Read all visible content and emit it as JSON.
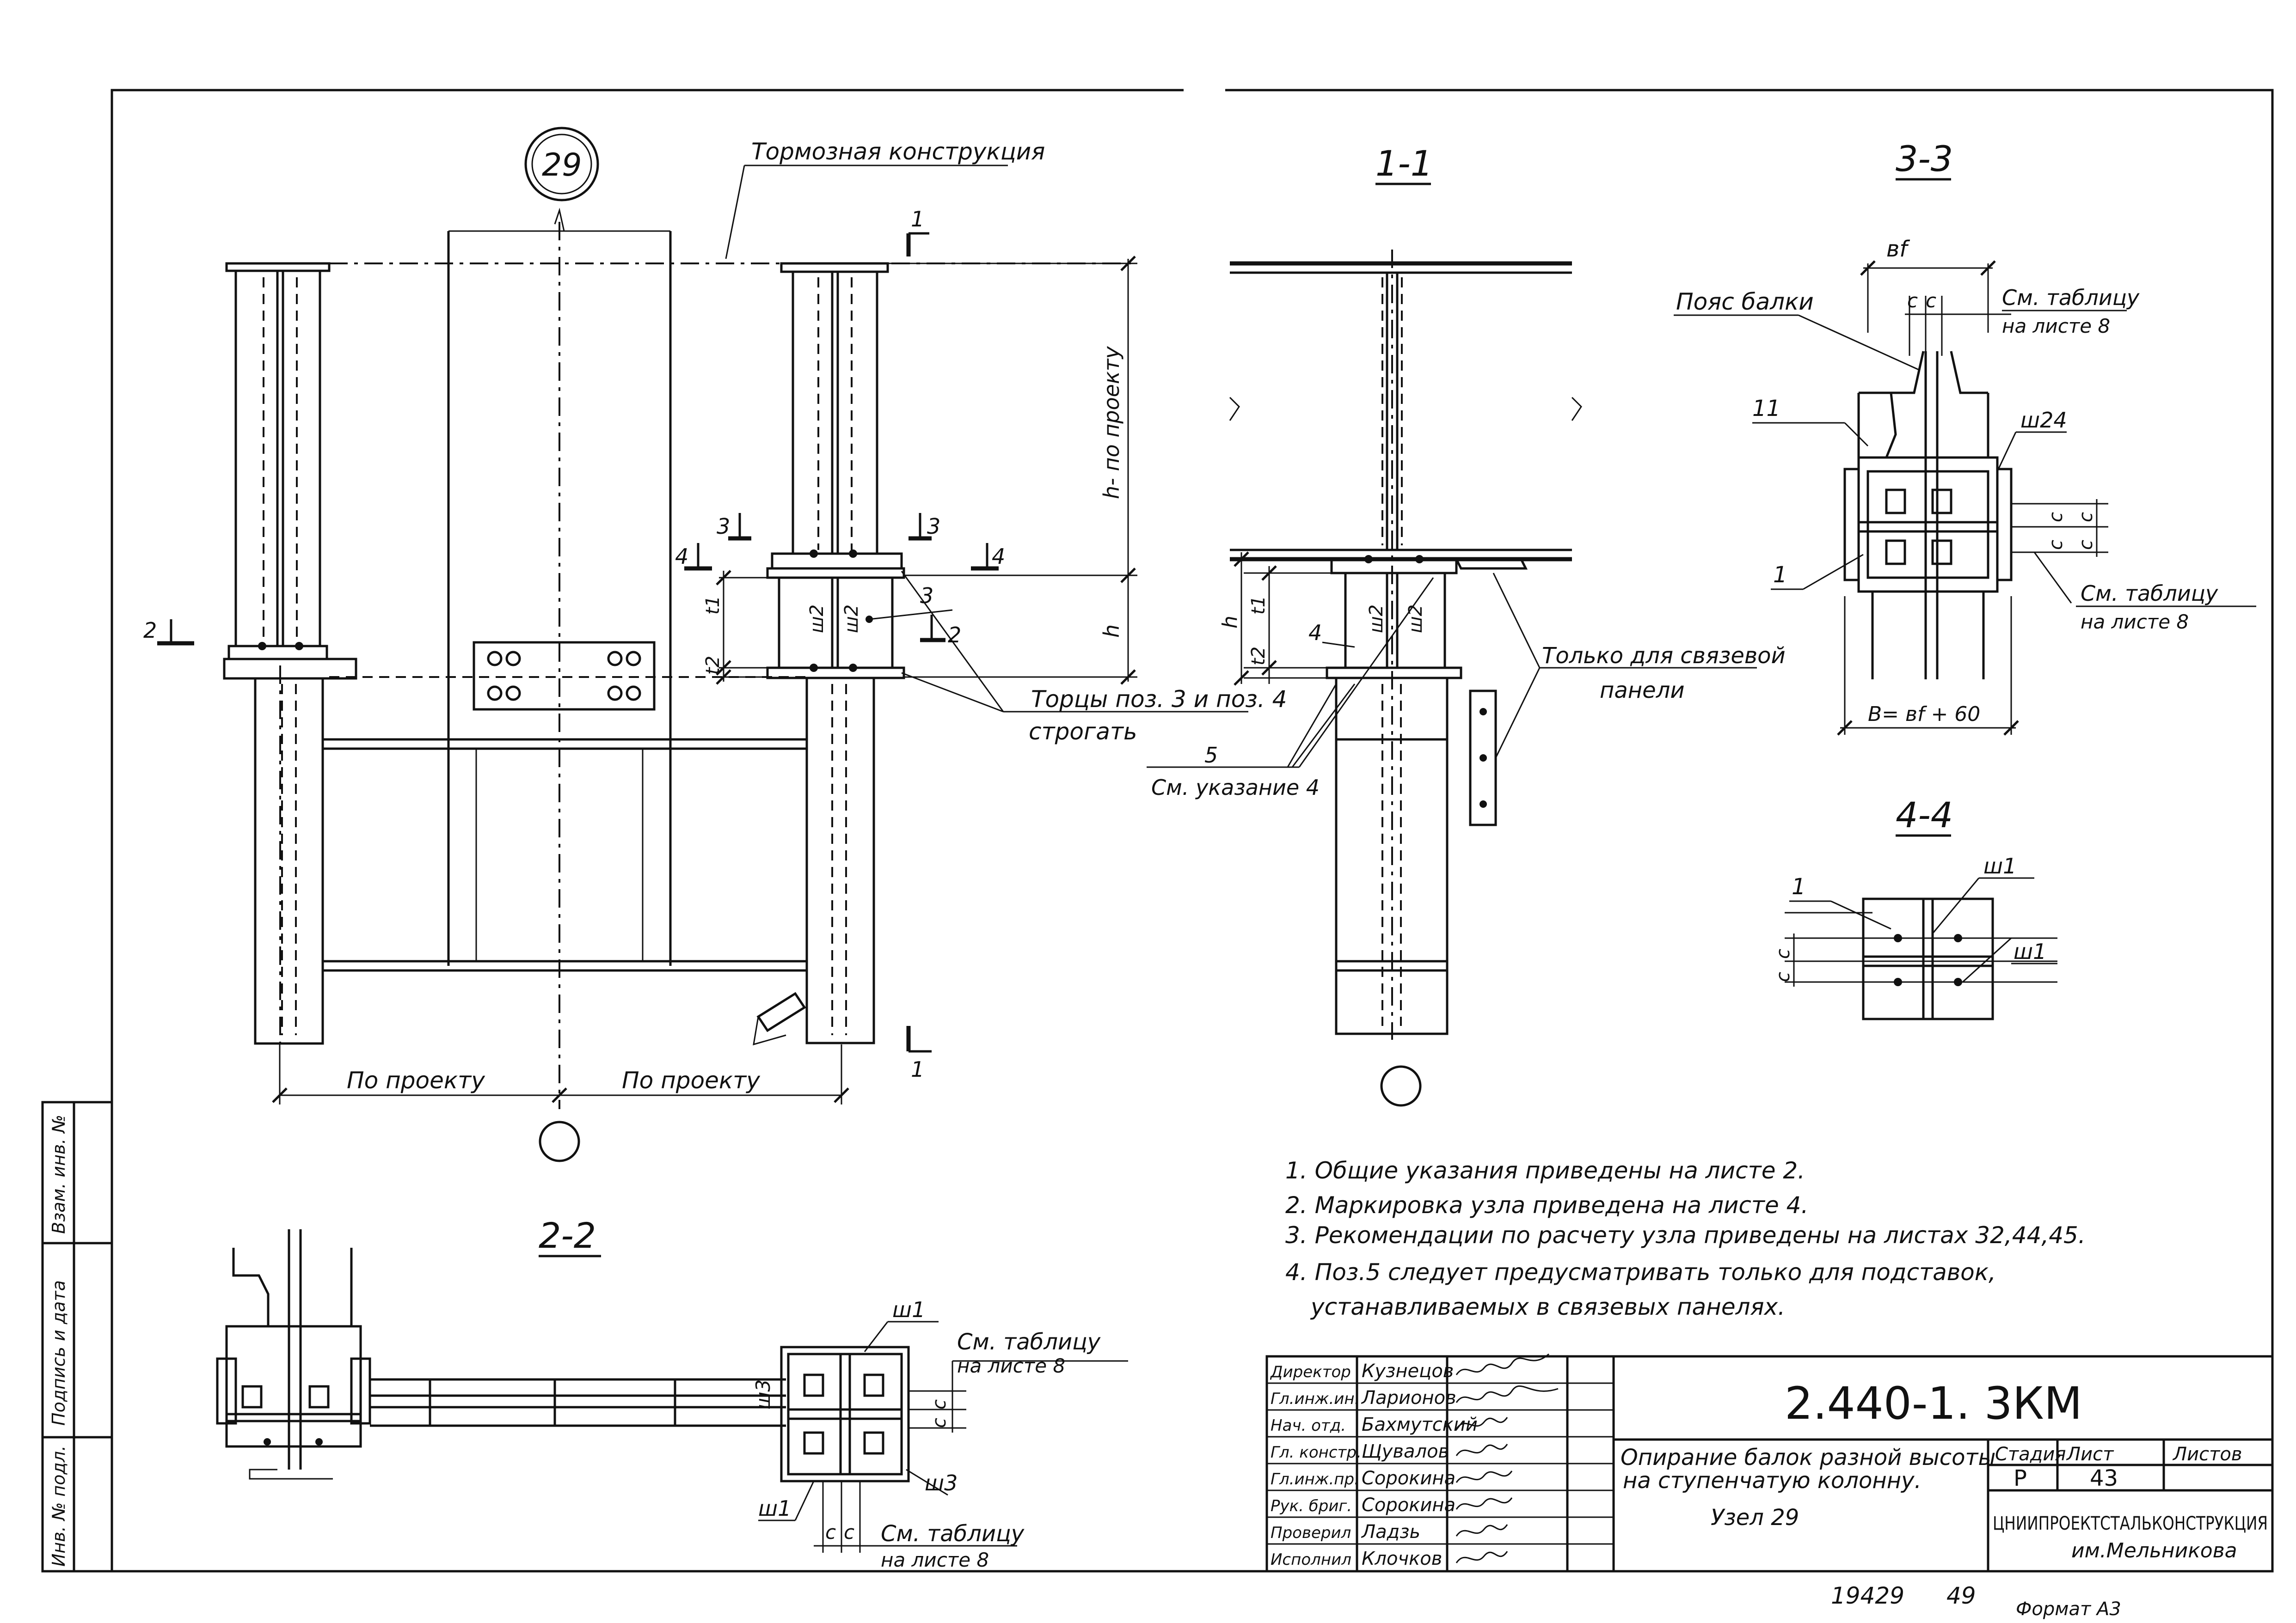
{
  "node": {
    "number": "29",
    "braking_label": "Тормозная конструкция",
    "dim_h_project": "h- по проекту",
    "dim_h": "h",
    "dim_t1": "t1",
    "dim_t2": "t2",
    "weld_w2": "ш2",
    "pos_3": "3",
    "pos_4": "4",
    "pos_5": "5",
    "cut_1": "1",
    "cut_2": "2",
    "cut_3": "3",
    "cut_4": "4",
    "ends_note_1": "Торцы поз. 3 и поз. 4",
    "ends_note_2": "строгать",
    "by_project_left": "По проекту",
    "by_project_right": "По проекту",
    "see_note_4": "См. указание 4",
    "only_bracing_1": "Только для связевой",
    "only_bracing_2": "панели"
  },
  "section_1_1": {
    "title": "1-1"
  },
  "section_2_2": {
    "title": "2-2",
    "see_table_1": "См. таблицу",
    "see_table_2": "на листе 8",
    "weld_w1": "ш1",
    "weld_w3": "ш3",
    "dim_c": "c"
  },
  "section_3_3": {
    "title": "3-3",
    "dim_bf": "вf",
    "flange_label": "Пояс балки",
    "pos_11": "11",
    "pos_1": "1",
    "weld_w4": "ш24",
    "dim_c": "c",
    "see_table_1": "См. таблицу",
    "see_table_2": "на листе 8",
    "dim_B": "В= вf + 60"
  },
  "section_4_4": {
    "title": "4-4",
    "pos_1": "1",
    "weld_w1": "ш1",
    "dim_c": "c"
  },
  "notes": [
    "1. Общие указания приведены на листе 2.",
    "2. Маркировка узла приведена на листе 4.",
    "3. Рекомендации по расчету узла приведены на листах 32,44,45.",
    "4. Поз.5 следует предусматривать только для подставок,",
    "устанавливаемых в связевых панелях."
  ],
  "side_stamp": {
    "field_1": "Взам. инв. №",
    "field_2": "Подпись и дата",
    "field_3": "Инв. № подл."
  },
  "title_block": {
    "roles": [
      "Директор",
      "Гл.инж.ин.",
      "Нач. отд.",
      "Гл. констр.",
      "Гл.инж.пр.",
      "Рук. бриг.",
      "Проверил",
      "Исполнил"
    ],
    "names": [
      "Кузнецов",
      "Ларионов",
      "Бахмутский",
      "Щувалов",
      "Сорокина",
      "Сорокина",
      "Ладзь",
      "Клочков"
    ],
    "doc_code": "2.440-1. 3КМ",
    "description_1": "Опирание балок разной высоты",
    "description_2": "на ступенчатую колонну.",
    "description_3": "Узел 29",
    "stage_header": "Стадия",
    "sheet_header": "Лист",
    "sheets_header": "Листов",
    "stage_value": "Р",
    "sheet_value": "43",
    "sheets_value": "",
    "org_1": "ЦНИИПРОЕКТСТАЛЬКОНСТРУКЦИЯ",
    "org_2": "им.Мельникова"
  },
  "footer": {
    "archive_no": "19429",
    "archive_sheet": "49",
    "format": "Формат А3"
  }
}
